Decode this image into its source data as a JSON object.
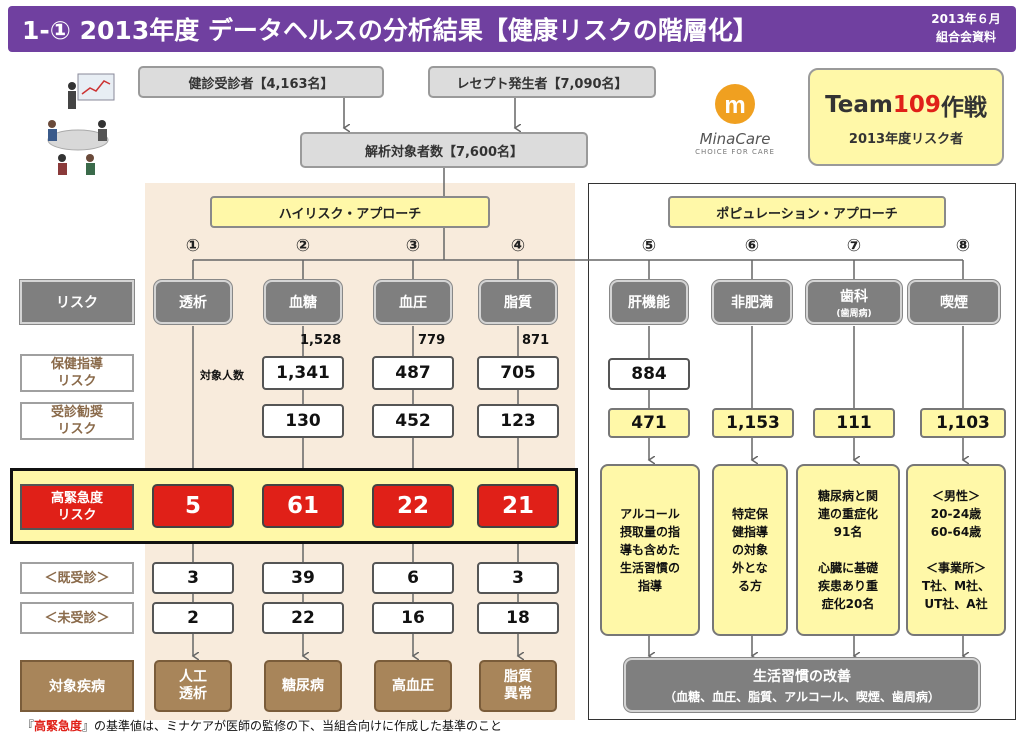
{
  "title": "1-① 2013年度 データヘルスの分析結果【健康リスクの階層化】",
  "date_note": [
    "2013年６月",
    "組合会資料"
  ],
  "sources": {
    "checkup": "健診受診者【4,163名】",
    "receipt": "レセプト発生者【7,090名】",
    "analysis": "解析対象者数【7,600名】"
  },
  "logo_text": "MinaCare",
  "logo_tagline": "CHOICE FOR CARE",
  "team": {
    "prefix": "Team",
    "number": "109",
    "suffix": "作戦",
    "subtitle": "2013年度リスク者"
  },
  "approaches": {
    "high": "ハイリスク・アプローチ",
    "population": "ポピュレーション・アプローチ"
  },
  "row_labels": {
    "risk": "リスク",
    "guidance": "保健指導\nリスク",
    "visit": "受診勧奨\nリスク",
    "urgent": "高緊急度\nリスク",
    "visited": "＜既受診＞",
    "not_visited": "＜未受診＞",
    "disease": "対象疾病"
  },
  "target_label": "対象人数",
  "columns": [
    {
      "num": "①",
      "risk": "透析",
      "top": "",
      "guidance": "",
      "visit": "",
      "urgent": "5",
      "visited": "3",
      "not_visited": "2",
      "disease": "人工\n透析"
    },
    {
      "num": "②",
      "risk": "血糖",
      "top": "1,528",
      "guidance": "1,341",
      "visit": "130",
      "urgent": "61",
      "visited": "39",
      "not_visited": "22",
      "disease": "糖尿病"
    },
    {
      "num": "③",
      "risk": "血圧",
      "top": "779",
      "guidance": "487",
      "visit": "452",
      "urgent": "22",
      "visited": "6",
      "not_visited": "16",
      "disease": "高血圧"
    },
    {
      "num": "④",
      "risk": "脂質",
      "top": "871",
      "guidance": "705",
      "visit": "123",
      "urgent": "21",
      "visited": "3",
      "not_visited": "18",
      "disease": "脂質\n異常"
    }
  ],
  "pop_columns": [
    {
      "num": "⑤",
      "risk": "肝機能",
      "risk_sub": "",
      "guidance": "884",
      "visit": "471",
      "desc": "アルコール\n摂取量の指\n導も含めた\n生活習慣の\n指導"
    },
    {
      "num": "⑥",
      "risk": "非肥満",
      "risk_sub": "",
      "guidance": "",
      "visit": "1,153",
      "desc": "特定保\n健指導\nの対象\n外とな\nる方"
    },
    {
      "num": "⑦",
      "risk": "歯科",
      "risk_sub": "(歯周病)",
      "guidance": "",
      "visit": "111",
      "desc": "糖尿病と関\n連の重症化\n91名\n\n心臓に基礎\n疾患あり重\n症化20名"
    },
    {
      "num": "⑧",
      "risk": "喫煙",
      "risk_sub": "",
      "guidance": "",
      "visit": "1,103",
      "desc": "＜男性＞\n20-24歳\n60-64歳\n\n＜事業所＞\nT社、M社、\nUT社、A社"
    }
  ],
  "lifestyle": {
    "title": "生活習慣の改善",
    "detail": "（血糖、血圧、脂質、アルコール、喫煙、歯周病）"
  },
  "footnote": {
    "prefix": "『",
    "highlight": "高緊急度",
    "rest": "』の基準値は、ミナケアが医師の監修の下、当組合向けに作成した基準のこと"
  },
  "colors": {
    "title_bg": "#7040a0",
    "urgent_red": "#e02018",
    "yellow": "#fff8a8",
    "panel": "#f8ebdc",
    "disease_brown": "#a8855a"
  }
}
